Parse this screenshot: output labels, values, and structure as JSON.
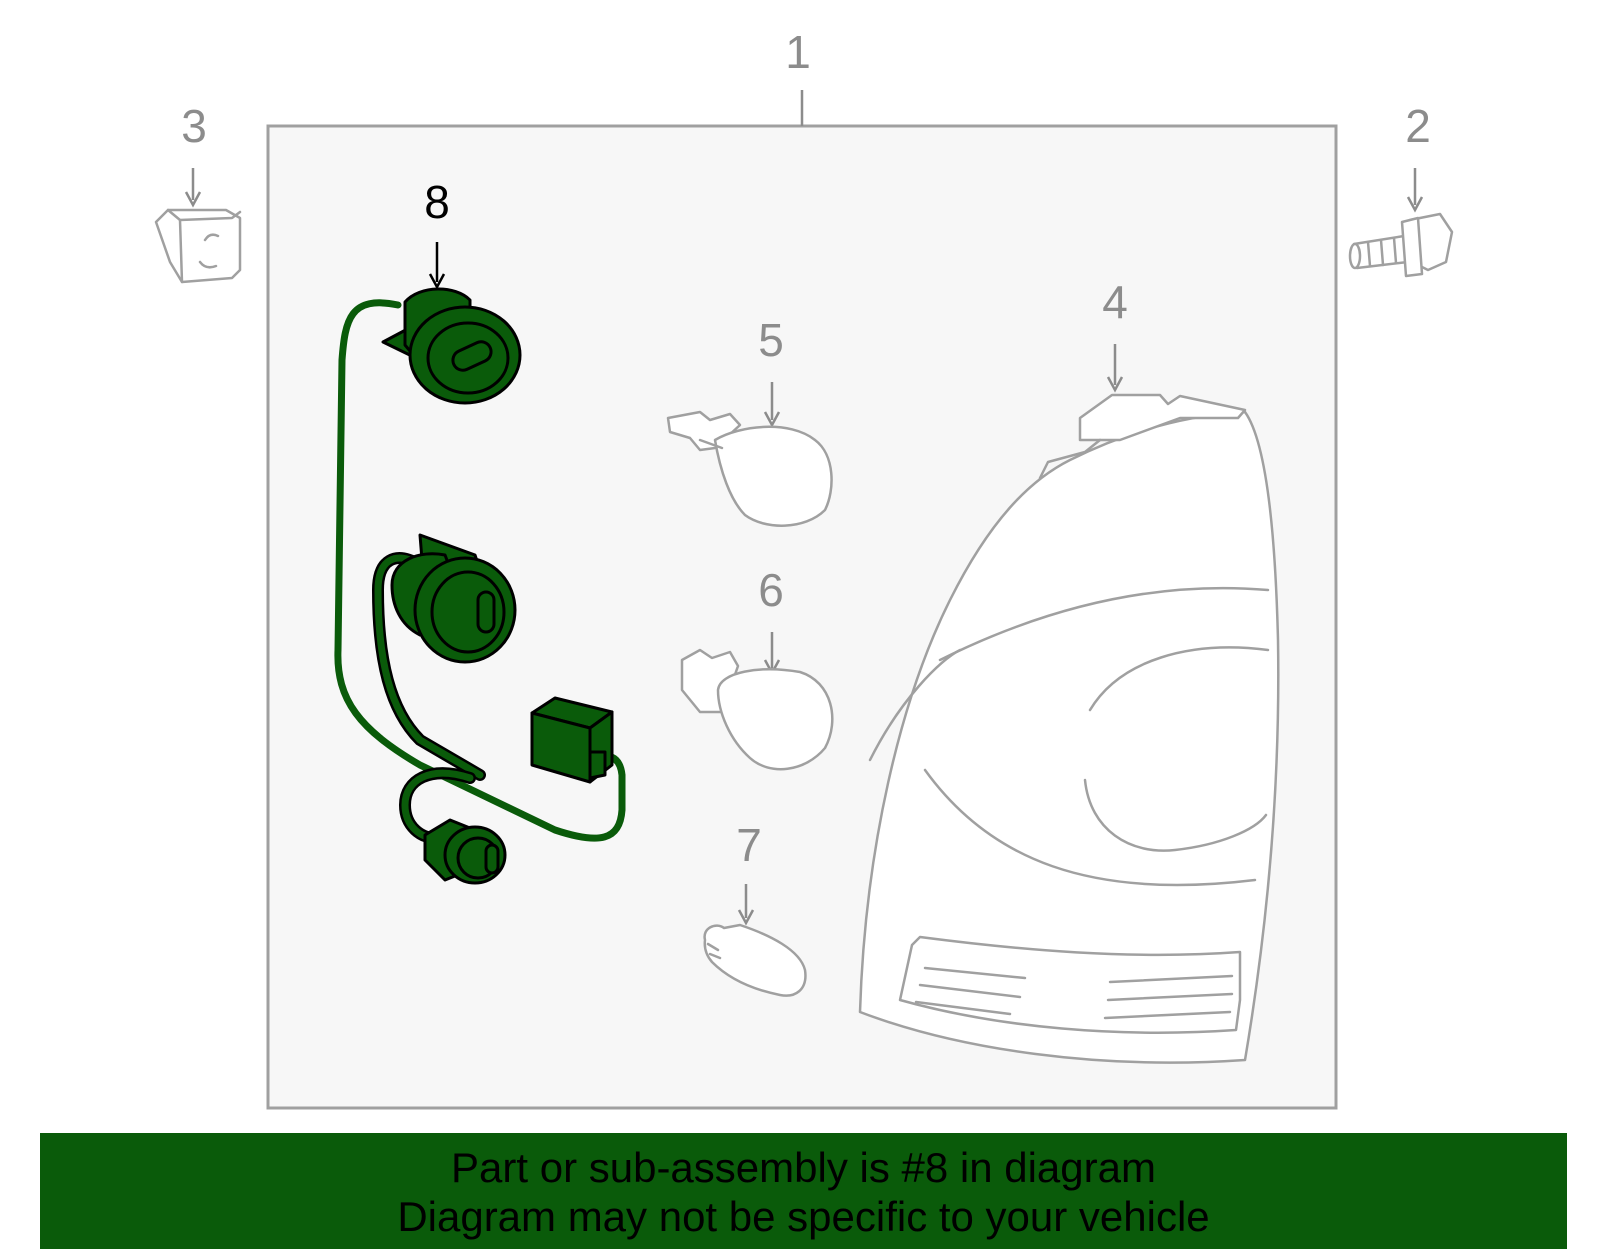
{
  "diagram": {
    "callouts": {
      "c1": "1",
      "c2": "2",
      "c3": "3",
      "c4": "4",
      "c5": "5",
      "c6": "6",
      "c7": "7",
      "c8": "8"
    },
    "highlighted_part": "8",
    "colors": {
      "highlight_fill": "#0a5b0a",
      "part_outline": "#a0a0a0",
      "callout_gray": "#8c8c8c",
      "frame_bg": "#f7f7f7"
    }
  },
  "footer": {
    "line1": "Part or sub-assembly is #8 in diagram",
    "line2": "Diagram may not be specific to your vehicle"
  }
}
